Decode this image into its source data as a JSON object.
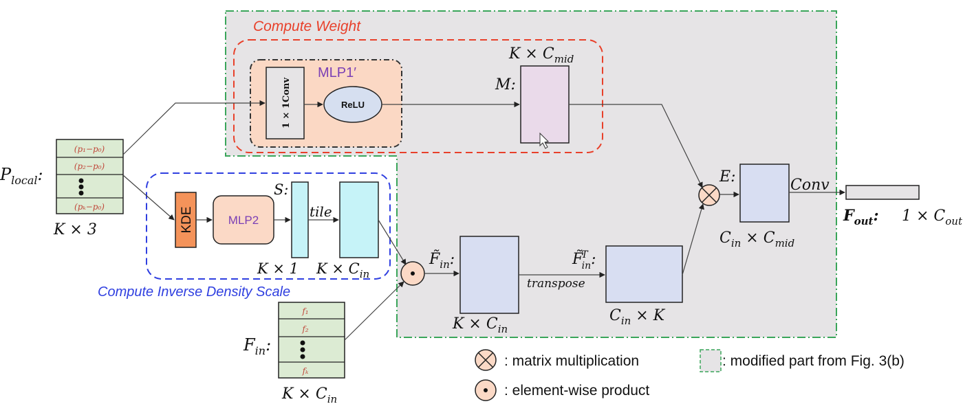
{
  "titles": {
    "compute_weight": "Compute Weight",
    "compute_inverse_density": "Compute Inverse Density Scale"
  },
  "blocks": {
    "mlp1": "MLP1′",
    "conv": "1 × 1Conv",
    "relu": "ReLU",
    "kde": "KDE",
    "mlp2": "MLP2"
  },
  "labels": {
    "p_local": "P",
    "p_local_sub": "local",
    "p_local_dim": "K × 3",
    "p_rows": [
      "(p₁−p₀)",
      "(p₂−p₀)",
      "(pₖ−p₀)"
    ],
    "m_label": "M",
    "m_dim_k": "K × C",
    "m_dim_sub": "mid",
    "s_label": "S",
    "s_dim": "K × 1",
    "tile": "tile",
    "tile_dim": "K × C",
    "tile_dim_sub": "in",
    "f_in": "F",
    "f_in_sub": "in",
    "f_rows": [
      "f₁",
      "f₂",
      "fₖ"
    ],
    "f_in_dim": "K × C",
    "f_in_dim_sub": "in",
    "f_tilde": "F̃",
    "f_tilde_sub": "in",
    "f_tilde_dim": "K × C",
    "f_tilde_dim_sub": "in",
    "transpose": "transpose",
    "f_tilde_t": "F̃",
    "f_tilde_t_sup": "T",
    "f_tilde_t_sub": "in",
    "f_tilde_t_dim_c": "C",
    "f_tilde_t_dim_sub": "in",
    "f_tilde_t_dim_rest": " × K",
    "e_label": "E",
    "e_dim_c": "C",
    "e_dim_sub1": "in",
    "e_dim_mid": " × C",
    "e_dim_sub2": "mid",
    "conv_label": "Conv",
    "f_out": "F",
    "f_out_sub": "out",
    "f_out_dim": "1 × C",
    "f_out_dim_sub": "out"
  },
  "legend": {
    "matmul": ": matrix multiplication",
    "elementwise": ": element-wise product",
    "modified": ": modified part from Fig. 3(b)"
  },
  "colors": {
    "weight_title": "#e8402a",
    "density_title": "#2f3fe0",
    "gray_region": "#e6e4e6",
    "green_dash": "#3aa55a",
    "blue_box": "#d8def2",
    "cyan_box": "#c6f3f8",
    "peach_box": "#fbd9c6",
    "kde_orange": "#f4935a",
    "mlp_purple": "#7a3fb5",
    "mlp1_bg": "#fbd8c4",
    "m_box": "#eadaea",
    "green_table": "#dcebd3",
    "circle_fill": "#fbd9c6"
  }
}
